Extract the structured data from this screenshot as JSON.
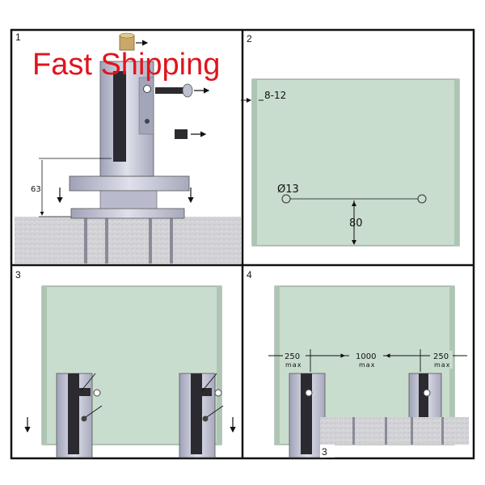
{
  "banner": {
    "text": "Fast Shipping",
    "color": "#e0141e"
  },
  "steps": [
    {
      "label": "1"
    },
    {
      "label": "2"
    },
    {
      "label": "3"
    },
    {
      "label": "4"
    }
  ],
  "step1": {
    "height_dim": "63"
  },
  "step2": {
    "gap_dim": "8-12",
    "hole_dim": "Ø13",
    "edge_dim": "80"
  },
  "step4": {
    "left_dim": "250",
    "left_unit": "max",
    "middle_dim": "1000",
    "middle_unit": "max",
    "right_dim": "250",
    "right_unit": "max",
    "inset_label": "3"
  },
  "colors": {
    "glass": "#c9ddce",
    "glass_edge": "#7e9684",
    "metal": "#c3c5d6",
    "concrete": "#cfcfd3",
    "frame": "#111111"
  }
}
